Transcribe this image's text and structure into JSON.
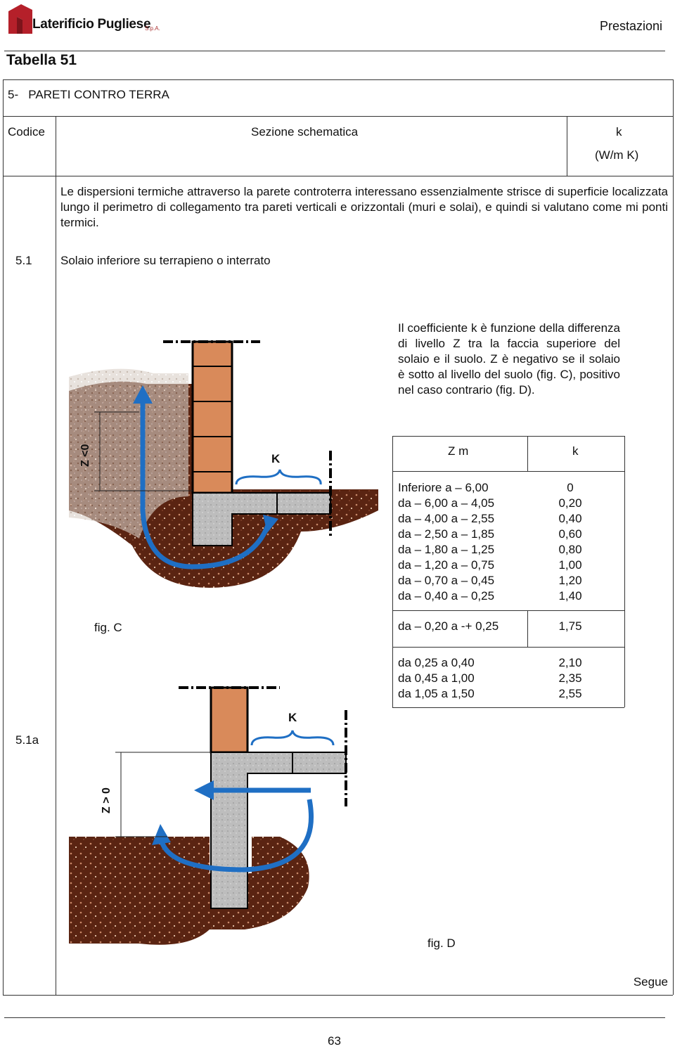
{
  "header": {
    "brand": "Laterificio Pugliese",
    "brand_suffix": "S.p.A.",
    "section": "Prestazioni"
  },
  "table_title": "Tabella 51",
  "chapter": "5-   PARETI CONTRO TERRA",
  "columns": {
    "code": "Codice",
    "section": "Sezione schematica",
    "k": "k",
    "k_unit": "(W/m K)"
  },
  "intro": "Le dispersioni termiche attraverso la parete controterra interessano essenzialmente strisce di superficie localizzata lungo il perimetro di collegamento tra pareti verticali e orizzontali (muri e solai), e quindi si valutano come mi ponti termici.",
  "item": {
    "code": "5.1",
    "title": "Solaio inferiore su terrapieno o interrato",
    "sub_code": "5.1a"
  },
  "description": "Il coefficiente k è funzione della differenza di livello Z tra la faccia superiore del solaio e il suolo. Z è negativo se il solaio è sotto al livello del suolo (fig. C), positivo nel caso contrario (fig. D).",
  "figures": {
    "c_caption": "fig. C",
    "d_caption": "fig. D",
    "c_z_label": "Z <0",
    "d_z_label": "Z > 0",
    "k_label": "K"
  },
  "k_table": {
    "header_z": "Z m",
    "header_k": "k",
    "group1": [
      {
        "z": "Inferiore a – 6,00",
        "k": "0"
      },
      {
        "z": "da – 6,00 a – 4,05",
        "k": "0,20"
      },
      {
        "z": "da – 4,00 a – 2,55",
        "k": "0,40"
      },
      {
        "z": "da – 2,50 a – 1,85",
        "k": "0,60"
      },
      {
        "z": "da – 1,80 a – 1,25",
        "k": "0,80"
      },
      {
        "z": "da – 1,20 a – 0,75",
        "k": "1,00"
      },
      {
        "z": "da – 0,70 a – 0,45",
        "k": "1,20"
      },
      {
        "z": "da – 0,40 a – 0,25",
        "k": "1,40"
      }
    ],
    "group2": [
      {
        "z": "da – 0,20 a -+ 0,25",
        "k": "1,75"
      }
    ],
    "group3": [
      {
        "z": "da 0,25 a 0,40",
        "k": "2,10"
      },
      {
        "z": "da 0,45 a 1,00",
        "k": "2,35"
      },
      {
        "z": "da 1,05 a 1,50",
        "k": "2,55"
      }
    ]
  },
  "footer": {
    "continue": "Segue",
    "page_number": "63"
  },
  "colors": {
    "soil": "#5a2412",
    "brick": "#d98a5a",
    "concrete": "#bdbdbd",
    "arrow": "#1f6fc4",
    "logo": "#b5202a"
  }
}
